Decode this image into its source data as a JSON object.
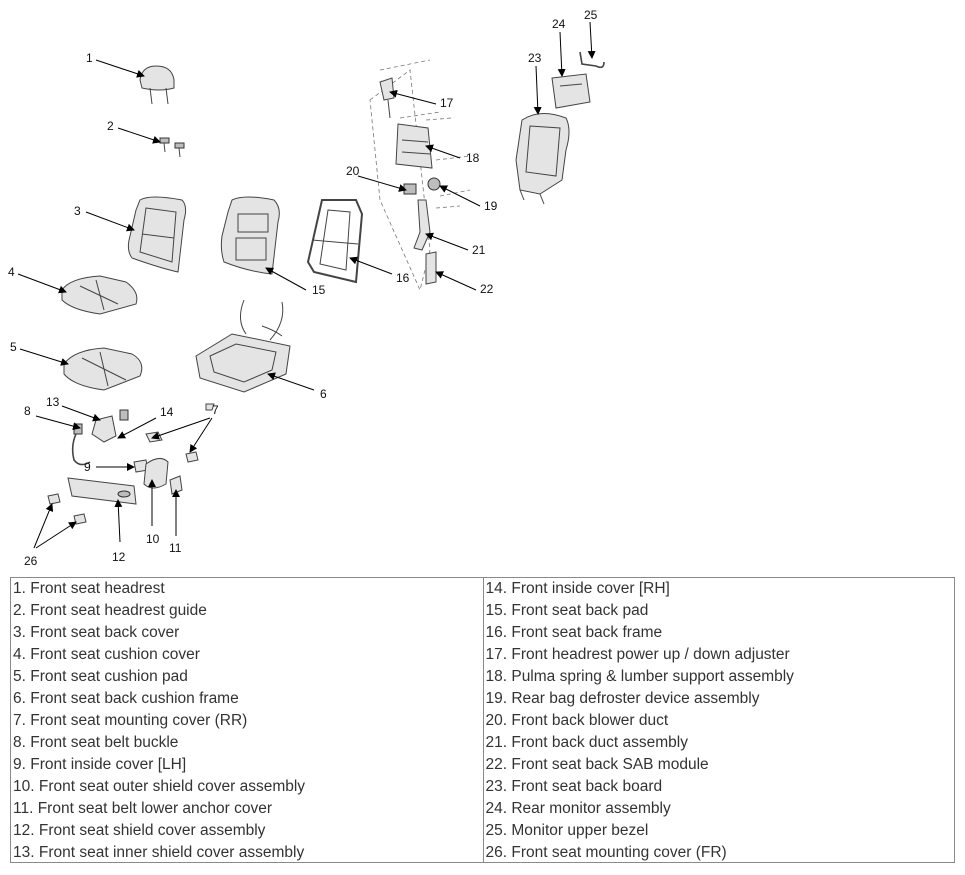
{
  "callouts": [
    "1",
    "2",
    "3",
    "4",
    "5",
    "6",
    "7",
    "8",
    "9",
    "10",
    "11",
    "12",
    "13",
    "14",
    "15",
    "16",
    "17",
    "18",
    "19",
    "20",
    "21",
    "22",
    "23",
    "24",
    "25",
    "26"
  ],
  "legend": {
    "left": [
      "1. Front seat headrest",
      "2. Front seat headrest guide",
      "3. Front seat back cover",
      "4. Front seat cushion cover",
      "5. Front seat cushion pad",
      "6. Front seat back cushion frame",
      "7. Front seat mounting cover (RR)",
      "8. Front seat belt buckle",
      "9. Front inside cover [LH]",
      "10. Front seat outer shield cover assembly",
      "11. Front seat belt lower anchor cover",
      "12. Front seat shield cover assembly",
      "13. Front seat inner shield cover assembly"
    ],
    "right": [
      "14. Front inside cover [RH]",
      "15. Front seat back pad",
      "16. Front seat back frame",
      "17. Front headrest power up / down adjuster",
      "18. Pulma spring & lumber support assembly",
      "19. Rear bag defroster device assembly",
      "20. Front back blower duct",
      "21. Front back duct assembly",
      "22. Front seat back SAB module",
      "23. Front seat back board",
      "24. Rear monitor assembly",
      "25. Monitor upper bezel",
      "26. Front seat mounting cover (FR)"
    ]
  }
}
